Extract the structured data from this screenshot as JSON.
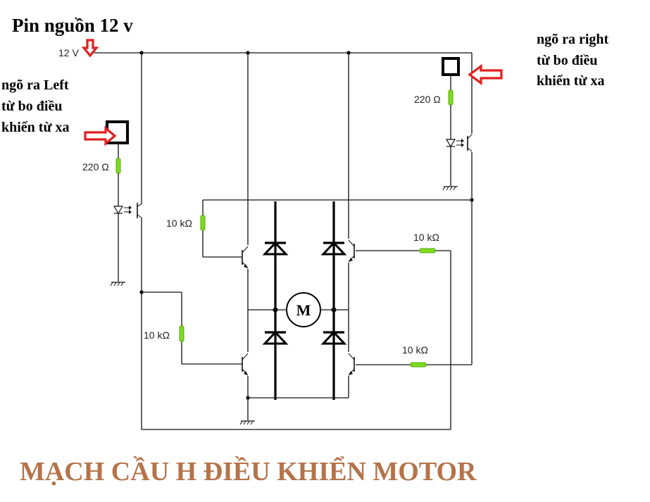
{
  "heading": "Pin nguồn 12 v",
  "supply_label": "12 V",
  "left_input_note": [
    "ngõ ra Left",
    "từ bo điều",
    "khiển từ xa"
  ],
  "right_input_note": [
    "ngõ ra right",
    "từ bo điều",
    "khiển từ xa"
  ],
  "resistors": {
    "left_led": "220 Ω",
    "right_led": "220 Ω",
    "left_top_base": "10 kΩ",
    "left_bottom_base": "10 kΩ",
    "right_top_base": "10 kΩ",
    "right_bottom_base": "10 kΩ"
  },
  "motor_label": "M",
  "title": "MẠCH CẦU H ĐIỀU KHIỂN MOTOR",
  "colors": {
    "title": "#b5734a",
    "arrow": "#e02020",
    "resistor": "#7ddc1f"
  }
}
